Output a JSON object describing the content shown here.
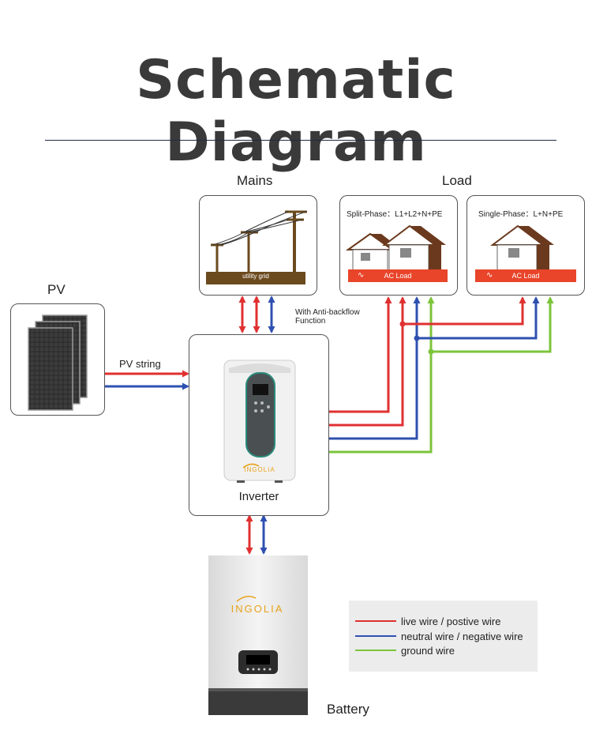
{
  "title": "Schematic Diagram",
  "labels": {
    "mains": "Mains",
    "load": "Load",
    "pv": "PV",
    "pv_string": "PV string",
    "anti_backflow": "With Anti-backflow Function",
    "inverter": "Inverter",
    "battery": "Battery",
    "utility_grid": "utility grid",
    "split_phase": "Split-Phase：L1+L2+N+PE",
    "single_phase": "Single-Phase：L+N+PE",
    "ac_load_1": "AC Load",
    "ac_load_2": "AC Load",
    "brand_inverter": "INGOLIA",
    "brand_battery": "INGOLIA"
  },
  "legend": [
    {
      "label": "live wire / postive wire",
      "color": "#e03030"
    },
    {
      "label": "neutral wire / negative wire",
      "color": "#2f50b0"
    },
    {
      "label": "ground wire",
      "color": "#7cc43a"
    }
  ],
  "colors": {
    "live": "#e03030",
    "neutral": "#2f50b0",
    "ground": "#7cc43a",
    "ac_bar": "#e8452a"
  }
}
